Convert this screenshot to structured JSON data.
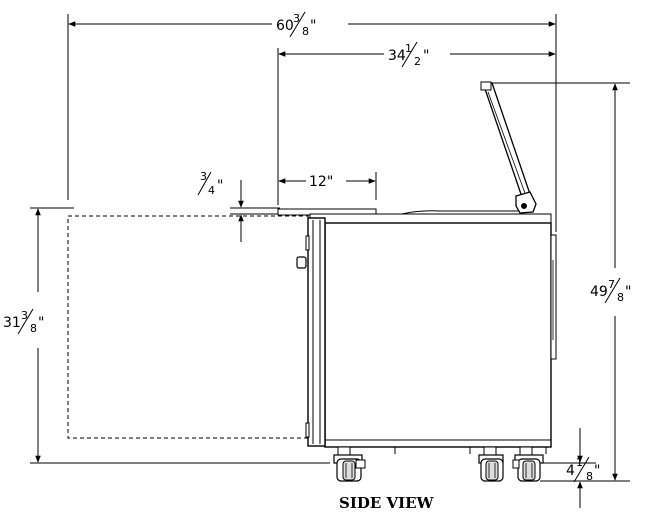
{
  "title": "SIDE VIEW",
  "dimensions": {
    "overall_depth": {
      "whole": "60",
      "num": "3",
      "den": "8"
    },
    "lid_depth": {
      "whole": "34",
      "num": "1",
      "den": "2"
    },
    "cutting_board": {
      "text": "12\""
    },
    "board_thickness": {
      "num": "3",
      "den": "4"
    },
    "open_height": {
      "whole": "49",
      "num": "7",
      "den": "8"
    },
    "door_swing": {
      "whole": "31",
      "num": "3",
      "den": "8"
    },
    "caster_height": {
      "whole": "4",
      "num": "1",
      "den": "8"
    }
  }
}
